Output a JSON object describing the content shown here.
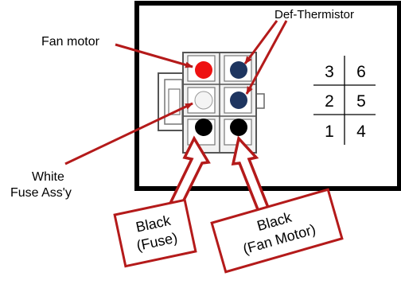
{
  "labels": {
    "fan_motor": "Fan motor",
    "def_thermistor": "Def-Thermistor",
    "white_line1": "White",
    "white_line2": "Fuse Ass'y",
    "black_fuse_line1": "Black",
    "black_fuse_line2": "(Fuse)",
    "black_fan_line1": "Black",
    "black_fan_line2": "(Fan Motor)"
  },
  "pin_table": {
    "rows": [
      [
        "3",
        "6"
      ],
      [
        "2",
        "5"
      ],
      [
        "1",
        "4"
      ]
    ]
  },
  "pins": [
    {
      "pin": "3",
      "color": "#ee1111"
    },
    {
      "pin": "6",
      "color": "#1e3560"
    },
    {
      "pin": "2",
      "color": "#f4f4f4"
    },
    {
      "pin": "5",
      "color": "#1e3560"
    },
    {
      "pin": "1",
      "color": "#000000"
    },
    {
      "pin": "4",
      "color": "#000000"
    }
  ],
  "colors": {
    "arrow_red": "#b41a1a",
    "frame": "#000000"
  }
}
